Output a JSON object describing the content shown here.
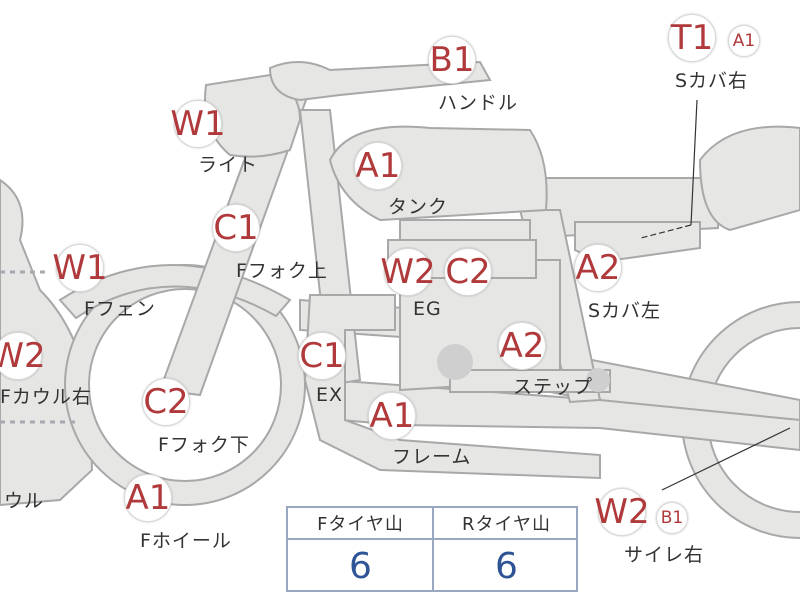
{
  "parts": [
    {
      "id": "t1-scover-r",
      "grade": "T1",
      "sub": "A1",
      "label": "Sカバ右"
    },
    {
      "id": "b1-handle",
      "grade": "B1",
      "label": "ハンドル"
    },
    {
      "id": "w1-light",
      "grade": "W1",
      "label": "ライト"
    },
    {
      "id": "a1-tank",
      "grade": "A1",
      "label": "タンク"
    },
    {
      "id": "c1-ffork-upper",
      "grade": "C1",
      "label": "Fフォク上"
    },
    {
      "id": "w1-ffender",
      "grade": "W1",
      "label": "Fフェン"
    },
    {
      "id": "w2c2-eg",
      "grade": "W2",
      "grade2": "C2",
      "label": "EG"
    },
    {
      "id": "a2-scover-l",
      "grade": "A2",
      "label": "Sカバ左"
    },
    {
      "id": "w2-fcowl-r",
      "grade": "W2",
      "label": "Fカウル右"
    },
    {
      "id": "c1-ex",
      "grade": "C1",
      "label": "EX"
    },
    {
      "id": "a2-step",
      "grade": "A2",
      "label": "ステップ"
    },
    {
      "id": "c2-ffork-lower",
      "grade": "C2",
      "label": "Fフォク下"
    },
    {
      "id": "a1-frame",
      "grade": "A1",
      "label": "フレーム"
    },
    {
      "id": "a1-fwheel",
      "grade": "A1",
      "label": "Fホイール"
    },
    {
      "id": "cowl-partial",
      "label": "ウル"
    },
    {
      "id": "w2-silencer-r",
      "grade": "W2",
      "sub": "B1",
      "label": "サイレ右"
    }
  ],
  "tread": {
    "front_header": "Fタイヤ山",
    "rear_header": "Rタイヤ山",
    "front_value": "6",
    "rear_value": "6"
  },
  "colors": {
    "grade": "#b0393b",
    "body": "#e6e6e4",
    "outline": "#a8a8a8",
    "table_border": "#9aa7c0",
    "table_value": "#2f5496"
  }
}
